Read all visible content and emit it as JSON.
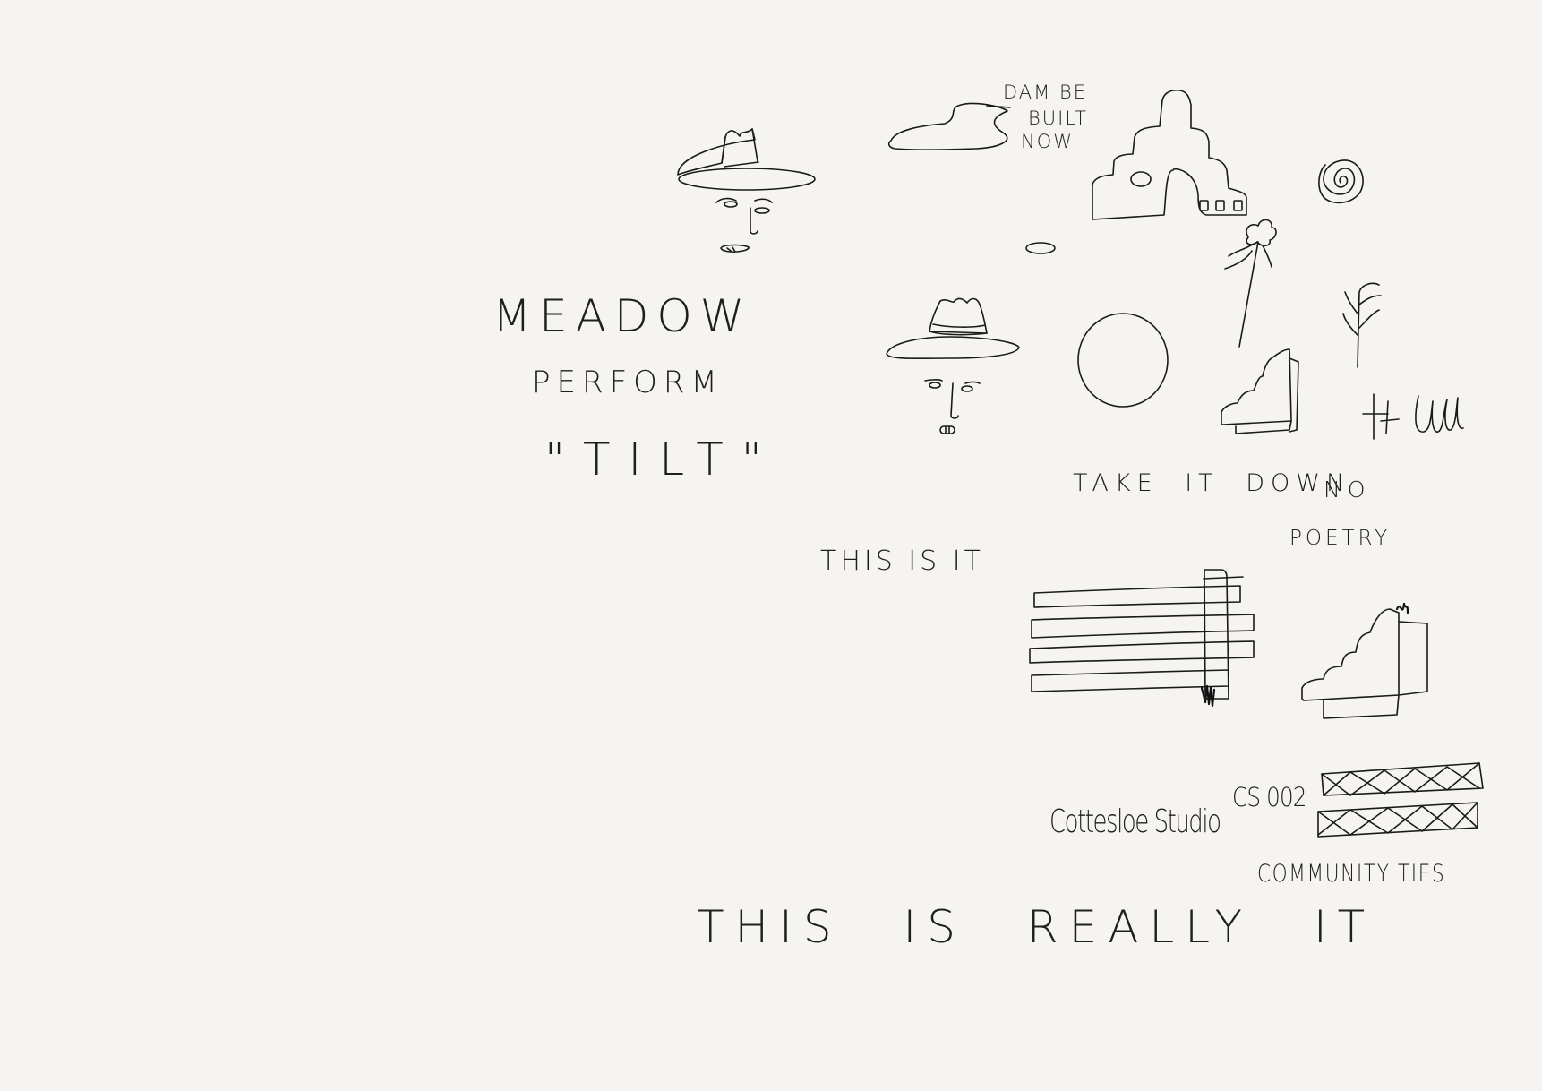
{
  "texts": {
    "dam_line1": "DAM BE",
    "dam_line2": "BUILT",
    "dam_line3": "NOW",
    "meadow": "MEADOW",
    "perform": "PERFORM",
    "tilt": "\"TILT\"",
    "this_is_it": "THIS IS IT",
    "take_it_down": "TAKE IT DOWN",
    "no": "NO",
    "poetry": "POETRY",
    "cottesloe": "Cottesloe Studio",
    "cs002": "CS 002",
    "community_ties": "COMMUNITY TIES",
    "this_is_really_it": "THIS IS REALLY IT",
    "scribble_signature": "H Ull"
  },
  "colors": {
    "paper": "#f6f4f0",
    "ink": "#1a1a1a"
  },
  "icons": [
    "hat-face-icon",
    "cloud-puddle-icon",
    "stepped-mountain-icon",
    "spiral-icon",
    "small-oval-icon",
    "tree-icon",
    "circle-icon",
    "stepped-block-icon",
    "palm-sprout-icon",
    "striped-flag-icon",
    "crossed-bars-icon"
  ]
}
